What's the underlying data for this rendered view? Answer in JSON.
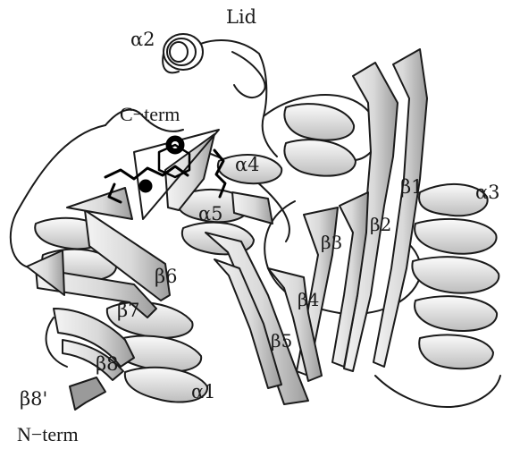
{
  "figure": {
    "labels": {
      "alpha2": "α2",
      "lid": "Lid",
      "c_term": "C−term",
      "alpha4": "α4",
      "alpha5": "α5",
      "beta1": "β1",
      "alpha3": "α3",
      "beta2": "β2",
      "beta3": "β3",
      "beta4": "β4",
      "beta5": "β5",
      "beta6": "β6",
      "beta7": "β7",
      "beta8": "β8",
      "beta8_prime": "β8'",
      "alpha1": "α1",
      "n_term": "N−term"
    },
    "colors": {
      "ribbon_fill": "#f2f2f2",
      "ribbon_shade": "#9a9a9a",
      "outline": "#1a1a1a",
      "ligand": "#000000"
    }
  }
}
